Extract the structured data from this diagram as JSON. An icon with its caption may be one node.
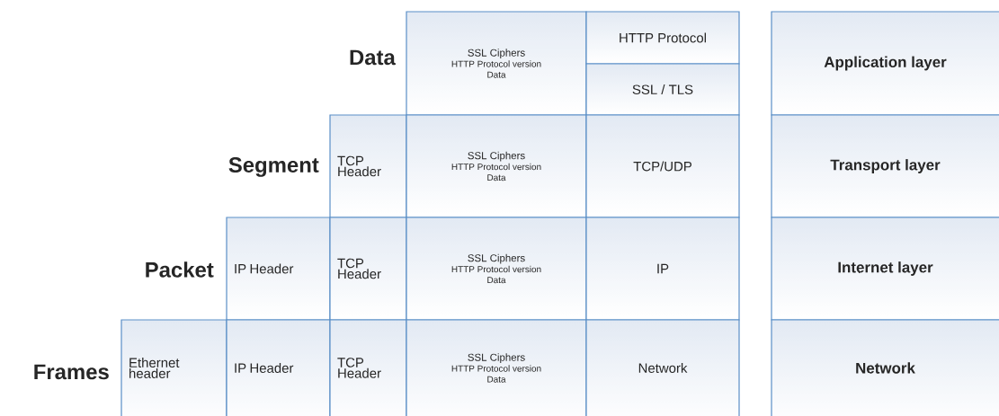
{
  "diagram": {
    "nodes": [
      {
        "text": [
          "SSL Ciphers",
          "HTTP Protocol version",
          "Data"
        ]
      },
      {
        "text": [
          "HTTP Protocol"
        ]
      },
      {
        "text": [
          "SSL / TLS"
        ]
      },
      {
        "text": [
          "Application layer"
        ]
      },
      {
        "text": [
          "TCP Header"
        ]
      },
      {
        "text": [
          "SSL Ciphers",
          "HTTP Protocol version",
          "Data"
        ]
      },
      {
        "text": [
          "TCP/UDP"
        ]
      },
      {
        "text": [
          "Transport layer"
        ]
      },
      {
        "text": [
          "IP Header"
        ]
      },
      {
        "text": [
          "TCP Header"
        ]
      },
      {
        "text": [
          "SSL Ciphers",
          "HTTP Protocol version",
          "Data"
        ]
      },
      {
        "text": [
          "IP"
        ]
      },
      {
        "text": [
          "Internet layer"
        ]
      },
      {
        "text": [
          "Ethernet header"
        ]
      },
      {
        "text": [
          "IP Header"
        ]
      },
      {
        "text": [
          "TCP Header"
        ]
      },
      {
        "text": [
          "SSL Ciphers",
          "HTTP Protocol version",
          "Data"
        ]
      },
      {
        "text": [
          "Network"
        ]
      },
      {
        "text": [
          "Network"
        ]
      }
    ],
    "labels": [
      "Data",
      "Segment",
      "Packet",
      "Frames"
    ]
  }
}
